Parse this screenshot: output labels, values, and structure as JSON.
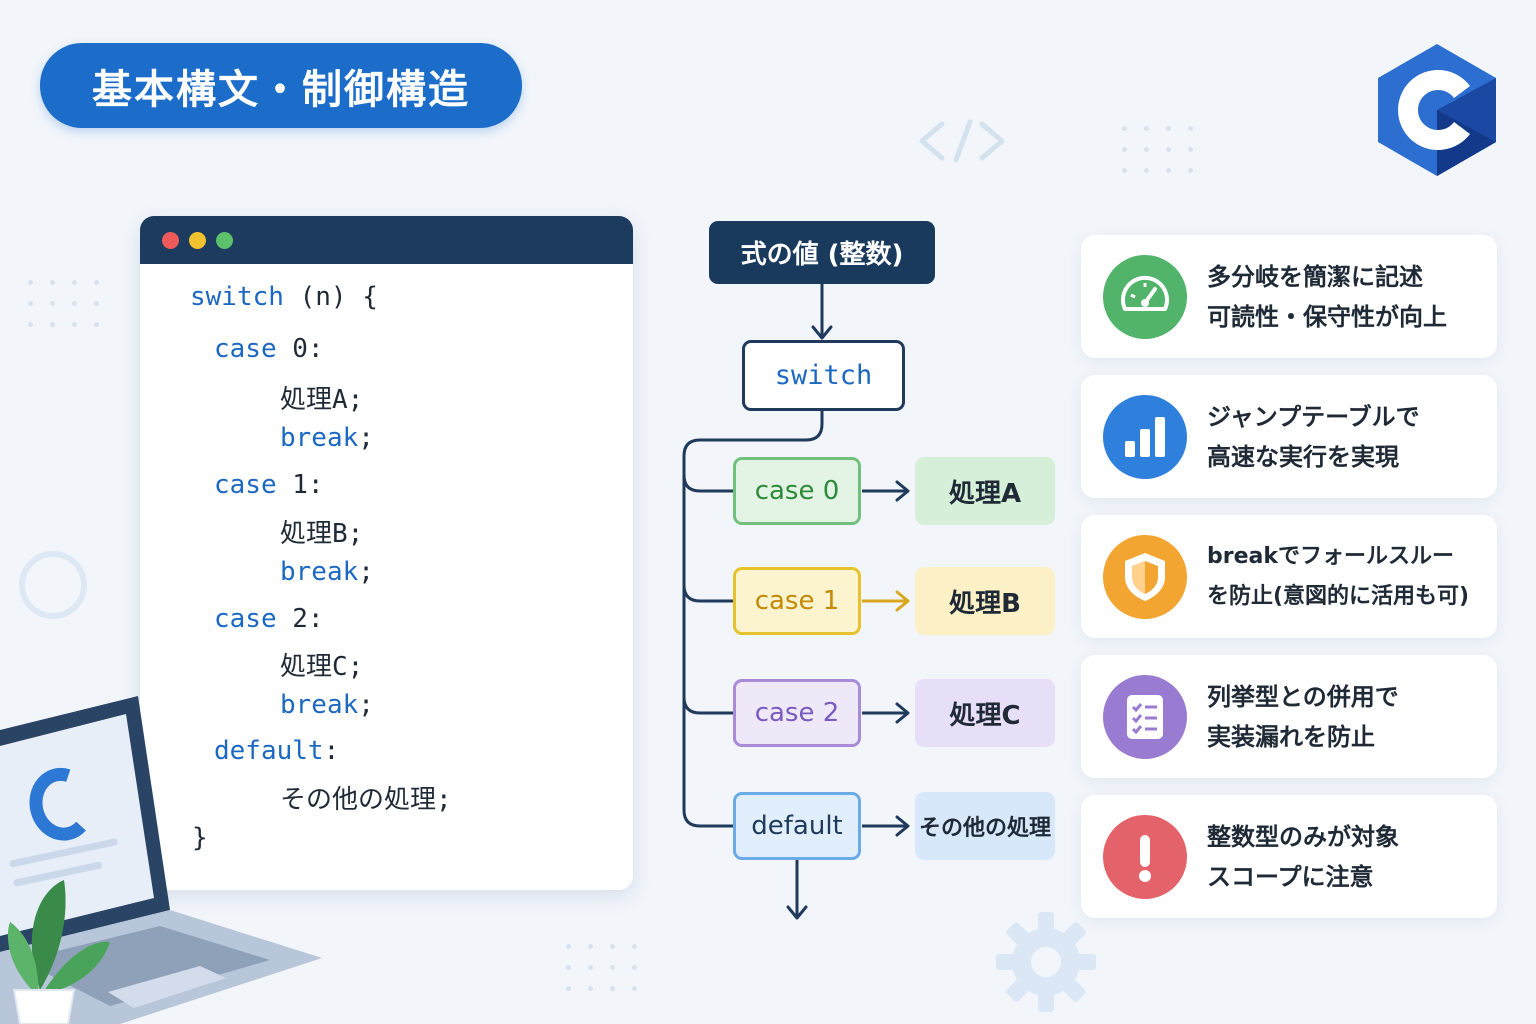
{
  "title": "基本構文・制御構造",
  "logo_letter": "C",
  "code_lines": [
    {
      "kw": "switch",
      "rest": " (n) {"
    },
    {
      "kw": "case",
      "rest": " 0:"
    },
    {
      "kw": "",
      "rest": "処理A;"
    },
    {
      "kw": "break",
      "rest": ";"
    },
    {
      "kw": "case",
      "rest": " 1:"
    },
    {
      "kw": "",
      "rest": "処理B;"
    },
    {
      "kw": "break",
      "rest": ";"
    },
    {
      "kw": "case",
      "rest": " 2:"
    },
    {
      "kw": "",
      "rest": "処理C;"
    },
    {
      "kw": "break",
      "rest": ";"
    },
    {
      "kw": "default",
      "rest": ":"
    },
    {
      "kw": "",
      "rest": "その他の処理;"
    },
    {
      "kw": "",
      "rest": "}"
    }
  ],
  "flow": {
    "expression": "式の値 (整数)",
    "switch_label": "switch",
    "cases": [
      {
        "label": "case 0",
        "result": "処理A",
        "border": "#72c07e",
        "fill": "#e3f4e5",
        "text": "#2e8a3b",
        "result_fill": "#d6efd8",
        "arrow": "#1f3a5b"
      },
      {
        "label": "case 1",
        "result": "処理B",
        "border": "#e6c22c",
        "fill": "#fcf3cf",
        "text": "#c48a06",
        "result_fill": "#fbf0c6",
        "arrow": "#d9a71d"
      },
      {
        "label": "case 2",
        "result": "処理C",
        "border": "#a98bd8",
        "fill": "#efe8f9",
        "text": "#7a5bbf",
        "result_fill": "#e7def7",
        "arrow": "#1f3a5b"
      },
      {
        "label": "default",
        "result": "その他の処理",
        "border": "#6aaae6",
        "fill": "#e1eefb",
        "text": "#1f3a5b",
        "result_fill": "#d6e8fa",
        "arrow": "#1f3a5b"
      }
    ]
  },
  "features": [
    {
      "line1": "多分岐を簡潔に記述",
      "line2": "可読性・保守性が向上",
      "icon": "speedometer-icon",
      "color": "#52b36b"
    },
    {
      "line1": "ジャンプテーブルで",
      "line2": "高速な実行を実現",
      "icon": "bar-chart-icon",
      "color": "#2f80dc"
    },
    {
      "line1": "breakでフォールスルー",
      "line2": "を防止(意図的に活用も可)",
      "icon": "shield-icon",
      "color": "#f3a531"
    },
    {
      "line1": "列挙型との併用で",
      "line2": "実装漏れを防止",
      "icon": "checklist-icon",
      "color": "#9a7bd2"
    },
    {
      "line1": "整数型のみが対象",
      "line2": "スコープに注意",
      "icon": "exclamation-icon",
      "color": "#e4626a"
    }
  ]
}
